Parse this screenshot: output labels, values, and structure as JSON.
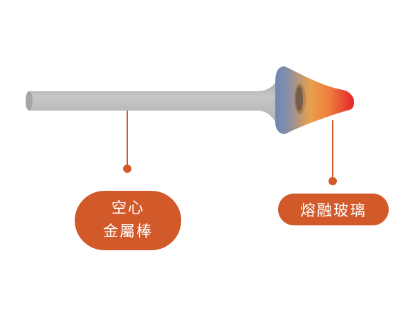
{
  "labels": {
    "rod": {
      "line1": "空心",
      "line2": "金屬棒"
    },
    "glass": "熔融玻璃"
  },
  "colors": {
    "rod": "#b8babc",
    "callout": "#d25a2a",
    "glass_cool": "#5f84ba",
    "glass_warm": "#f2a24a",
    "glass_hot": "#e2242a"
  }
}
